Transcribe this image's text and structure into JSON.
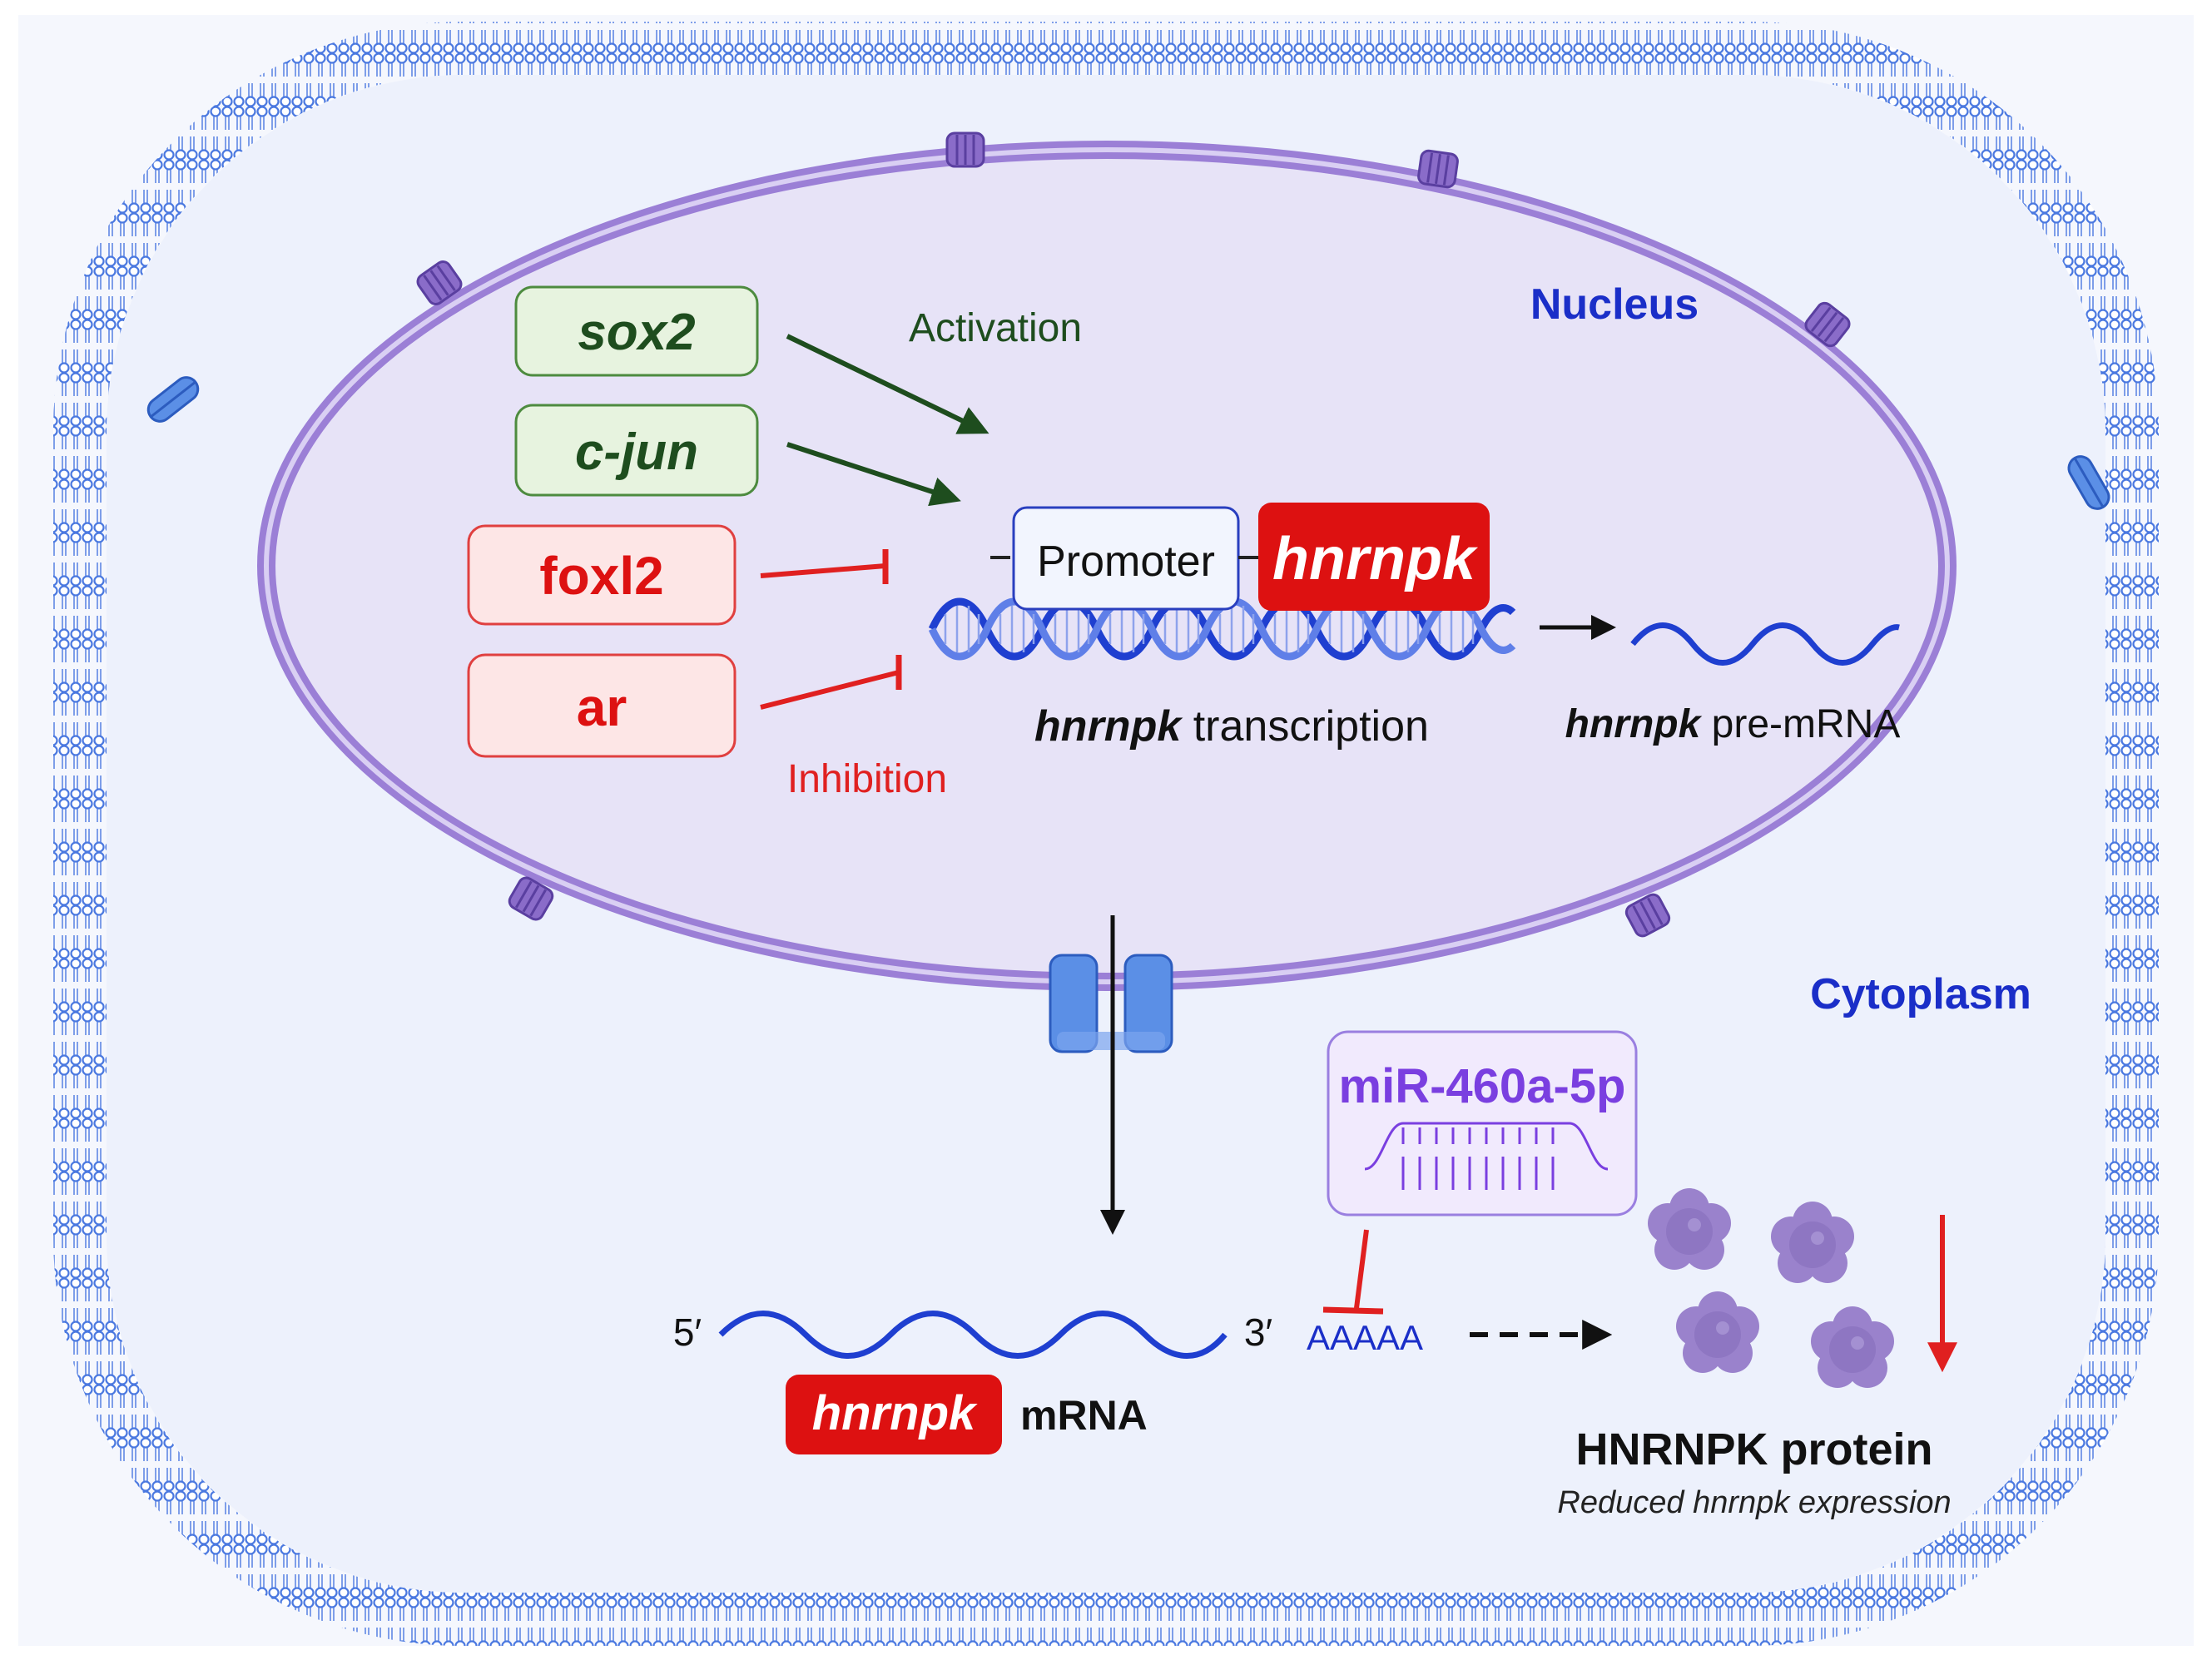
{
  "compartments": {
    "nucleus": "Nucleus",
    "cytoplasm": "Cytoplasm"
  },
  "regulators": {
    "activators": [
      "sox2",
      "c-jun"
    ],
    "inhibitors": [
      "foxl2",
      "ar"
    ],
    "activation_label": "Activation",
    "inhibition_label": "Inhibition"
  },
  "gene": {
    "promoter_label": "Promoter",
    "gene_name": "hnrnpk",
    "transcription_italic": "hnrnpk",
    "transcription_text": " transcription",
    "pre_mrna_italic": "hnrnpk",
    "pre_mrna_text": " pre-mRNA"
  },
  "mrna": {
    "five_prime": "5′",
    "three_prime": "3′",
    "poly_a": "AAAAA",
    "badge": "hnrnpk",
    "label": "mRNA"
  },
  "mirna": {
    "name": "miR-460a-5p"
  },
  "protein": {
    "label": "HNRNPK protein",
    "note": "Reduced hnrnpk expression"
  },
  "colors": {
    "activation": "#1e4d1e",
    "inhibition": "#e02020",
    "gene_red": "#dd1111",
    "membrane_blue": "#4a78e0",
    "nuclear_purple": "#9b7fd6",
    "label_blue": "#1a2ec8",
    "mirna_purple": "#7a3fe0",
    "protein_purple": "#9a82cc"
  }
}
